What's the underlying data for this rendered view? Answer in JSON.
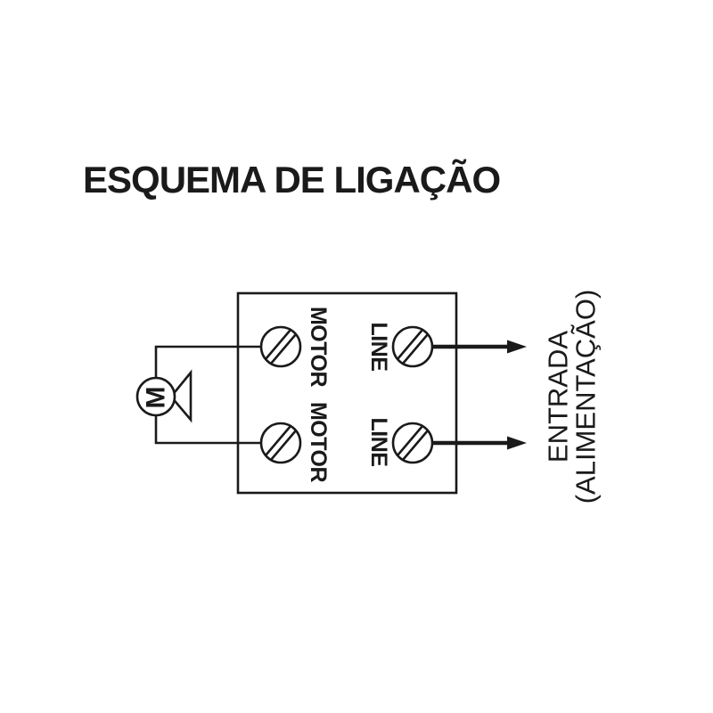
{
  "title": "ESQUEMA DE LIGAÇÃO",
  "diagram": {
    "terminals": {
      "motor_top": "MOTOR",
      "motor_bottom": "MOTOR",
      "line_top": "LINE",
      "line_bottom": "LINE"
    },
    "motor": {
      "symbol": "M"
    },
    "entrada": {
      "line1": "ENTRADA",
      "line2": "(ALIMENTAÇÃO)"
    },
    "colors": {
      "ink": "#1a1a1a",
      "background": "#ffffff"
    }
  }
}
